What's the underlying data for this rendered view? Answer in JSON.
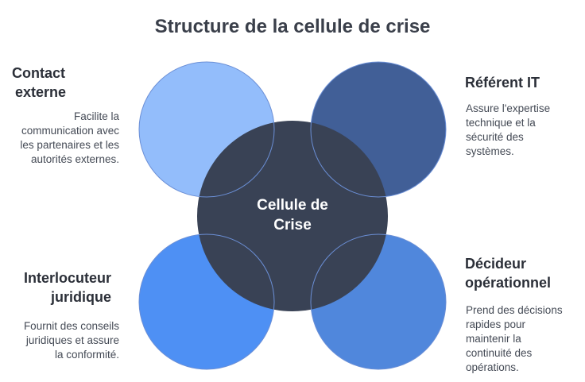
{
  "title": "Structure de la cellule de crise",
  "center": {
    "label_line1": "Cellule de",
    "label_line2": "Crise"
  },
  "roles": {
    "contact_externe": {
      "title_line1": "Contact",
      "title_line2": "externe",
      "desc_lines": [
        "Facilite la",
        "communication avec",
        "les partenaires et les",
        "autorités externes."
      ]
    },
    "referent_it": {
      "title_line1": "Référent IT",
      "desc_lines": [
        "Assure l'expertise",
        "technique et la",
        "sécurité des",
        "systèmes."
      ]
    },
    "interlocuteur_juridique": {
      "title_line1": "Interlocuteur",
      "title_line2": "juridique",
      "desc_lines": [
        "Fournit des conseils",
        "juridiques et assure",
        "la conformité."
      ]
    },
    "decideur_operationnel": {
      "title_line1": "Décideur",
      "title_line2": "opérationnel",
      "desc_lines": [
        "Prend des décisions",
        "rapides pour",
        "maintenir la",
        "continuité des",
        "opérations."
      ]
    }
  },
  "colors": {
    "contact_externe": "#93bdfb",
    "referent_it": "#415f97",
    "interlocuteur_juridique": "#4e90f4",
    "decideur_operationnel": "#5087dc",
    "center": "#394255",
    "outline": "#6b8fd6"
  }
}
